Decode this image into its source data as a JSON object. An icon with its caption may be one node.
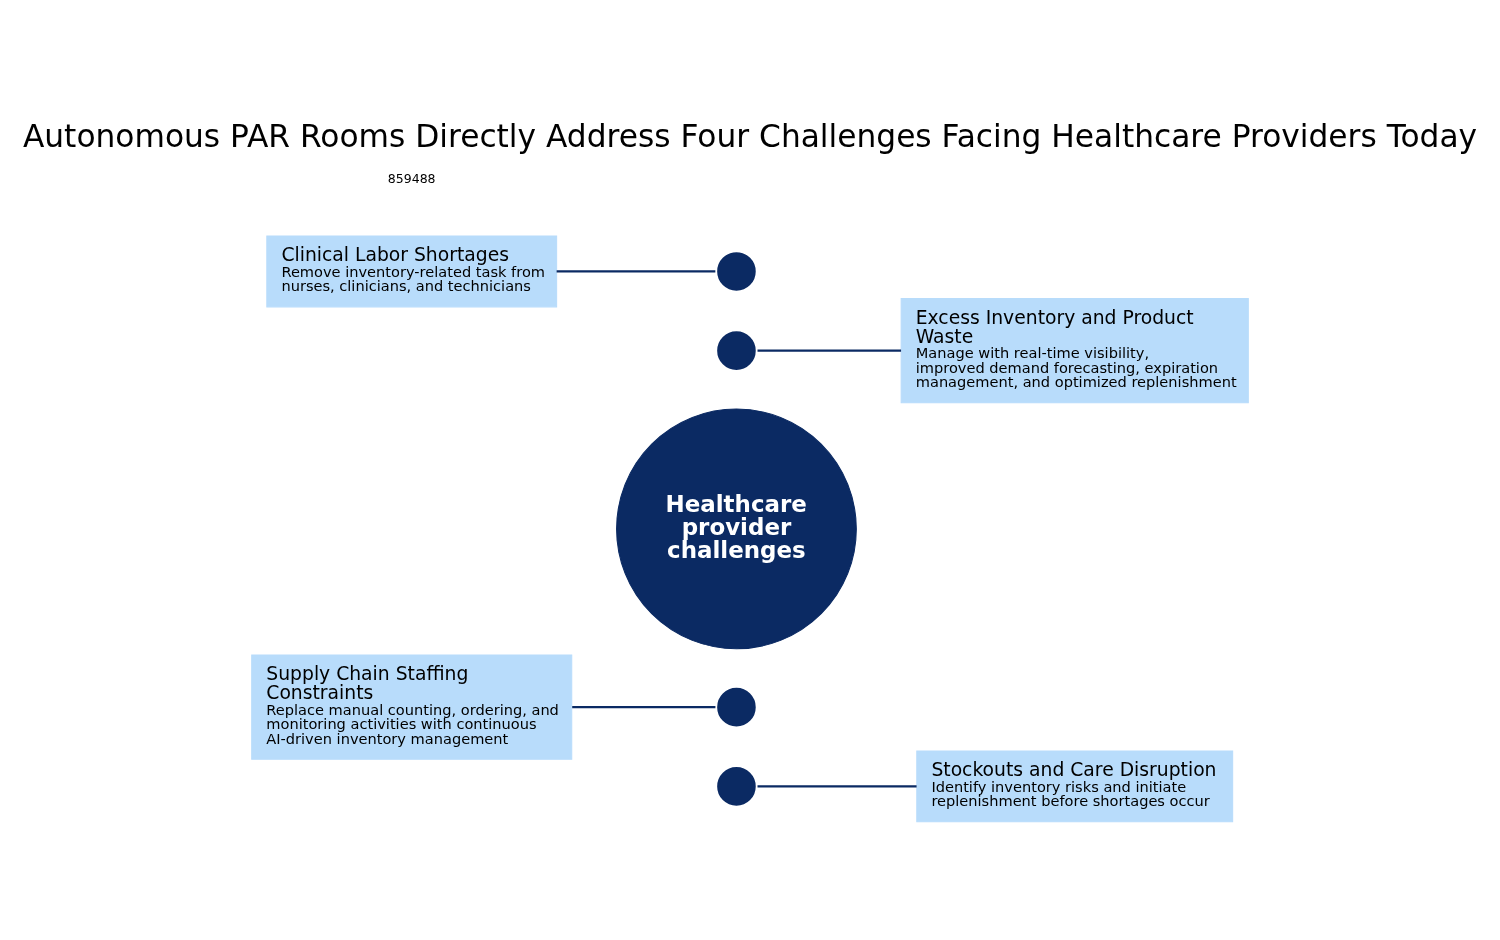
{
  "diagram": {
    "title": "Autonomous PAR Rooms Directly Address Four Challenges Facing Healthcare Providers Today",
    "nodes": [
      {
        "text": [
          "Clinical Labor Shortages",
          "Remove inventory-related task from nurses, clinicians, and technicians"
        ]
      },
      {
        "text": [],
        "shape": "circle"
      },
      {
        "text": [],
        "shape": "circle"
      },
      {
        "text": [
          "Excess Inventory and Product Waste",
          "Manage with real-time visibility, improved demand forecasting, expiration management, and optimized replenishment"
        ]
      },
      {
        "text": [
          "Healthcare provider challenges"
        ]
      },
      {
        "text": [
          "Supply Chain Staffing Constraints",
          "Replace manual counting, ordering, and monitoring activities with continuous AI-driven inventory management"
        ]
      },
      {
        "text": [],
        "shape": "circle"
      },
      {
        "text": [],
        "shape": "circle"
      },
      {
        "text": [
          "Stockouts and Care Disruption",
          "Identify inventory risks and initiate replenishment before shortages occur"
        ]
      }
    ],
    "edges": [
      {
        "from": 0,
        "to": 1,
        "arrow": "none"
      },
      {
        "from": 3,
        "to": 2,
        "arrow": "none"
      },
      {
        "from": 5,
        "to": 6,
        "arrow": "none"
      },
      {
        "from": 8,
        "to": 7,
        "arrow": "none"
      }
    ],
    "labels": [
      "859488"
    ]
  }
}
